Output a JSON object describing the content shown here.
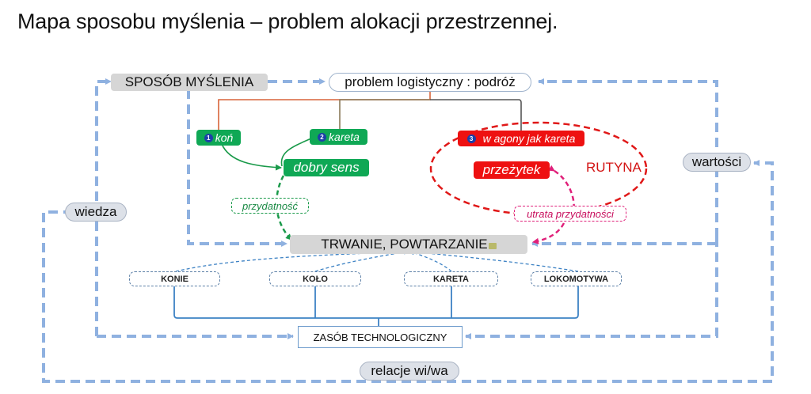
{
  "title": "Mapa sposobu myślenia – problem alokacji przestrzennej.",
  "nodes": {
    "sposob_myslenia": "SPOSÓB MYŚLENIA",
    "problem": "problem logistyczny : podróż",
    "kon": {
      "num": "1",
      "label": "koń"
    },
    "kareta": {
      "num": "2",
      "label": "kareta"
    },
    "wagony": {
      "num": "3",
      "label": "w agony jak kareta"
    },
    "dobry_sens": "dobry sens",
    "przezytek": "przeżytek",
    "rutyna": "RUTYNA",
    "przydatnosc": "przydatność",
    "utrata": "utrata przydatności",
    "trwanie": "TRWANIE, POWTARZANIE",
    "wiedza": "wiedza",
    "wartosci": "wartości",
    "konie": "KONIE",
    "kolo": "KOŁO",
    "kareta_box": "KARETA",
    "lokomotywa": "LOKOMOTYWA",
    "zasob": "ZASÓB TECHNOLOGICZNY",
    "relacje": "relacje wi/wa"
  },
  "colors": {
    "flow_blue": "#8fb1e0",
    "green": "#0fa855",
    "red": "#ee1111",
    "pink": "#e0207a",
    "tree_orange": "#d9643a",
    "tree_brown": "#8a7a5a",
    "tree_blue": "#3d82c4"
  }
}
